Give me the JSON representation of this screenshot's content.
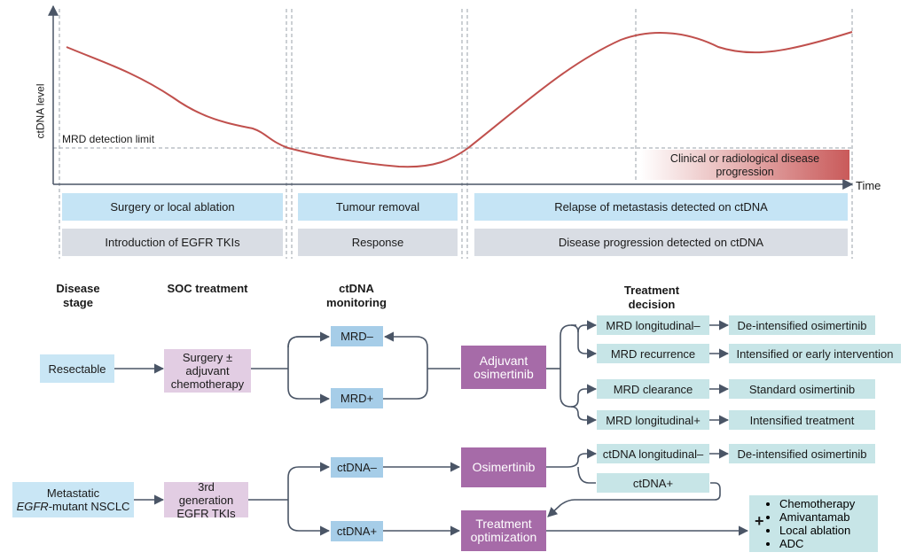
{
  "top_chart": {
    "ylabel": "ctDNA level",
    "xlabel": "Time",
    "threshold_label": "MRD detection limit",
    "progression_label": "Clinical or radiological disease progression",
    "curve_color": "#c0504d",
    "row1": [
      "Surgery or local ablation",
      "Tumour removal",
      "Relapse of metastasis detected on ctDNA"
    ],
    "row2": [
      "Introduction of EGFR TKIs",
      "Response",
      "Disease progression detected on ctDNA"
    ]
  },
  "headers": {
    "disease_stage": "Disease stage",
    "soc_treatment": "SOC treatment",
    "ctdna_monitoring": "ctDNA monitoring",
    "treatment_decision": "Treatment decision"
  },
  "flow_top": {
    "stage": "Resectable",
    "soc": "Surgery ± adjuvant chemotherapy",
    "mrd_neg": "MRD–",
    "mrd_pos": "MRD+",
    "drug": "Adjuvant osimertinib",
    "decisions": [
      {
        "condition": "MRD longitudinal–",
        "action": "De-intensified osimertinib"
      },
      {
        "condition": "MRD recurrence",
        "action": "Intensified or early intervention"
      },
      {
        "condition": "MRD clearance",
        "action": "Standard osimertinib"
      },
      {
        "condition": "MRD longitudinal+",
        "action": "Intensified treatment"
      }
    ]
  },
  "flow_bottom": {
    "stage_line1": "Metastatic",
    "stage_italic": "EGFR",
    "stage_line2_rest": "-mutant NSCLC",
    "soc": "3rd generation EGFR TKIs",
    "ctdna_neg": "ctDNA–",
    "ctdna_pos": "ctDNA+",
    "drug": "Osimertinib",
    "optimization": "Treatment optimization",
    "decisions": [
      {
        "condition": "ctDNA longitudinal–",
        "action": "De-intensified osimertinib"
      },
      {
        "condition": "ctDNA+"
      }
    ],
    "plus": "+",
    "options": [
      "Chemotherapy",
      "Amivantamab",
      "Local ablation",
      "ADC"
    ]
  },
  "colors": {
    "arrow": "#4a5566",
    "dashed": "#9aa0a8",
    "purple": "#a66ba8",
    "progression_gradient_end": "#c95a5a"
  }
}
